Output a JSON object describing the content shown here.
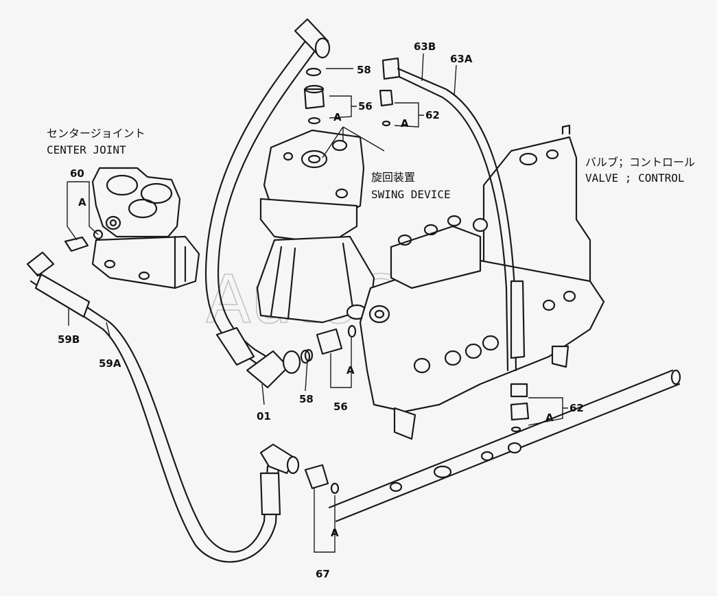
{
  "watermark": "AutoSoft",
  "assemblies": {
    "center_joint": {
      "jp": "センタージョイント",
      "en": "CENTER JOINT"
    },
    "swing_device": {
      "jp": "旋回装置",
      "en": "SWING DEVICE"
    },
    "control_valve": {
      "jp": "バルブ；コントロール",
      "en": "VALVE ; CONTROL"
    }
  },
  "callouts": {
    "p58_top": "58",
    "p56_top": "56",
    "p62_top": "62",
    "p63B": "63B",
    "p63A": "63A",
    "p60": "60",
    "p59B": "59B",
    "p59A": "59A",
    "p01": "01",
    "p58_bot": "58",
    "p56_bot": "56",
    "p62_bot": "62",
    "p67": "67",
    "A": "A"
  }
}
